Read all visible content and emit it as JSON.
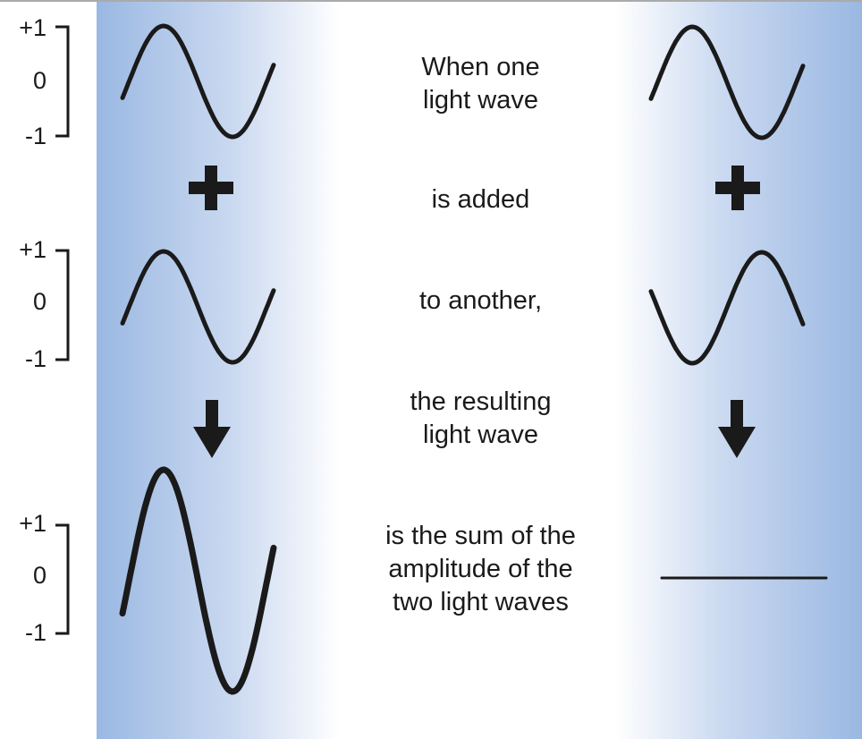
{
  "colors": {
    "panel_blue": "#9ab8e2",
    "ink": "#1a1a1a",
    "background": "#ffffff"
  },
  "scale_labels": {
    "plus_one": "+1",
    "zero": "0",
    "minus_one": "-1"
  },
  "captions": {
    "c1_line1": "When one",
    "c1_line2": "light wave",
    "c2": "is added",
    "c3": "to another,",
    "c4_line1": "the resulting",
    "c4_line2": "light wave",
    "c5_line1": "is the sum of the",
    "c5_line2": "amplitude of the",
    "c5_line3": "two light waves"
  },
  "waves": {
    "left_first": {
      "amplitude": 1,
      "phase_deg": 0
    },
    "left_second": {
      "amplitude": 1,
      "phase_deg": 0
    },
    "left_result": {
      "amplitude": 2,
      "phase_deg": 0
    },
    "right_first": {
      "amplitude": 1,
      "phase_deg": 0
    },
    "right_second": {
      "amplitude": 1,
      "phase_deg": 180
    },
    "right_result": {
      "amplitude": 0,
      "phase_deg": 0
    }
  },
  "icons": {
    "plus": "plus-icon",
    "arrow": "arrow-down-icon"
  }
}
